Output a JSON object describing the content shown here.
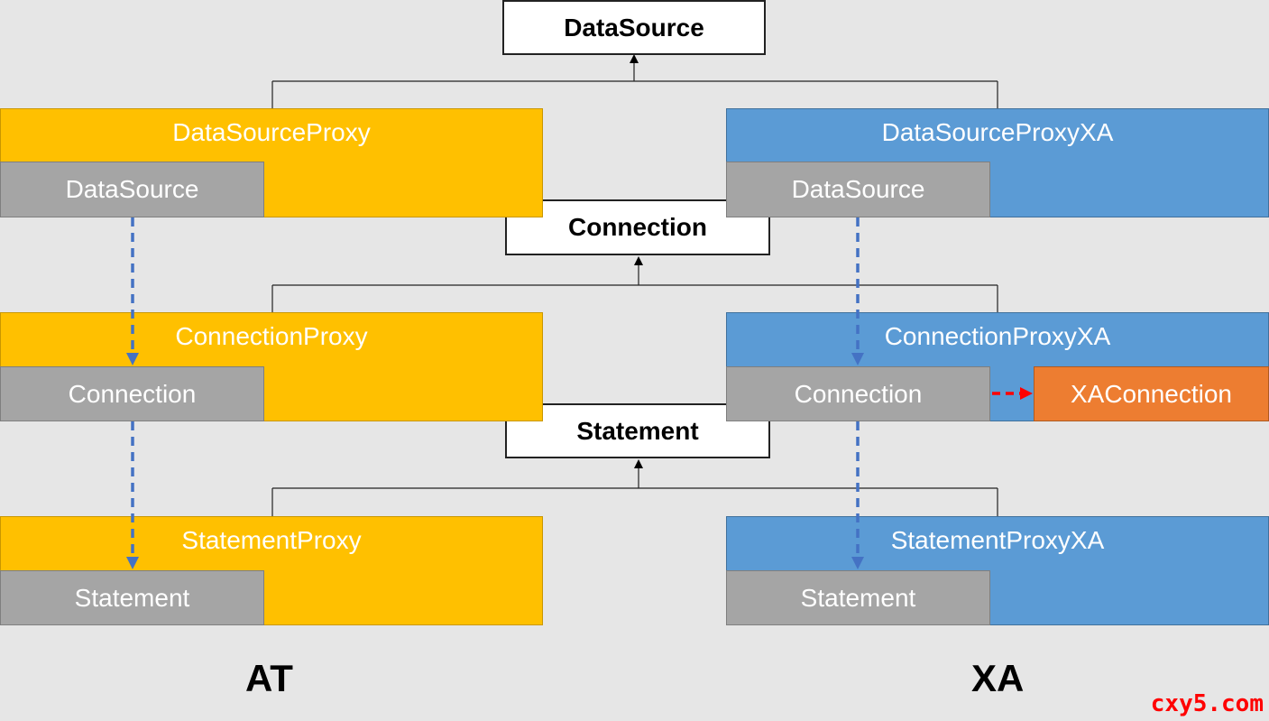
{
  "interfaces": {
    "datasource": "DataSource",
    "connection": "Connection",
    "statement": "Statement"
  },
  "at": {
    "datasource_proxy": {
      "title": "DataSourceProxy",
      "inner": "DataSource"
    },
    "connection_proxy": {
      "title": "ConnectionProxy",
      "inner": "Connection"
    },
    "statement_proxy": {
      "title": "StatementProxy",
      "inner": "Statement"
    },
    "label": "AT"
  },
  "xa": {
    "datasource_proxy": {
      "title": "DataSourceProxyXA",
      "inner": "DataSource"
    },
    "connection_proxy": {
      "title": "ConnectionProxyXA",
      "inner": "Connection",
      "extra": "XAConnection"
    },
    "statement_proxy": {
      "title": "StatementProxyXA",
      "inner": "Statement"
    },
    "label": "XA"
  },
  "watermark": "cxy5.com",
  "colors": {
    "at_proxy": "#ffc000",
    "xa_proxy": "#5b9bd5",
    "inner": "#a5a5a5",
    "xa_connection": "#ed7d31",
    "dashed_arrow_blue": "#4472c4",
    "dashed_arrow_red": "#ff0000"
  }
}
